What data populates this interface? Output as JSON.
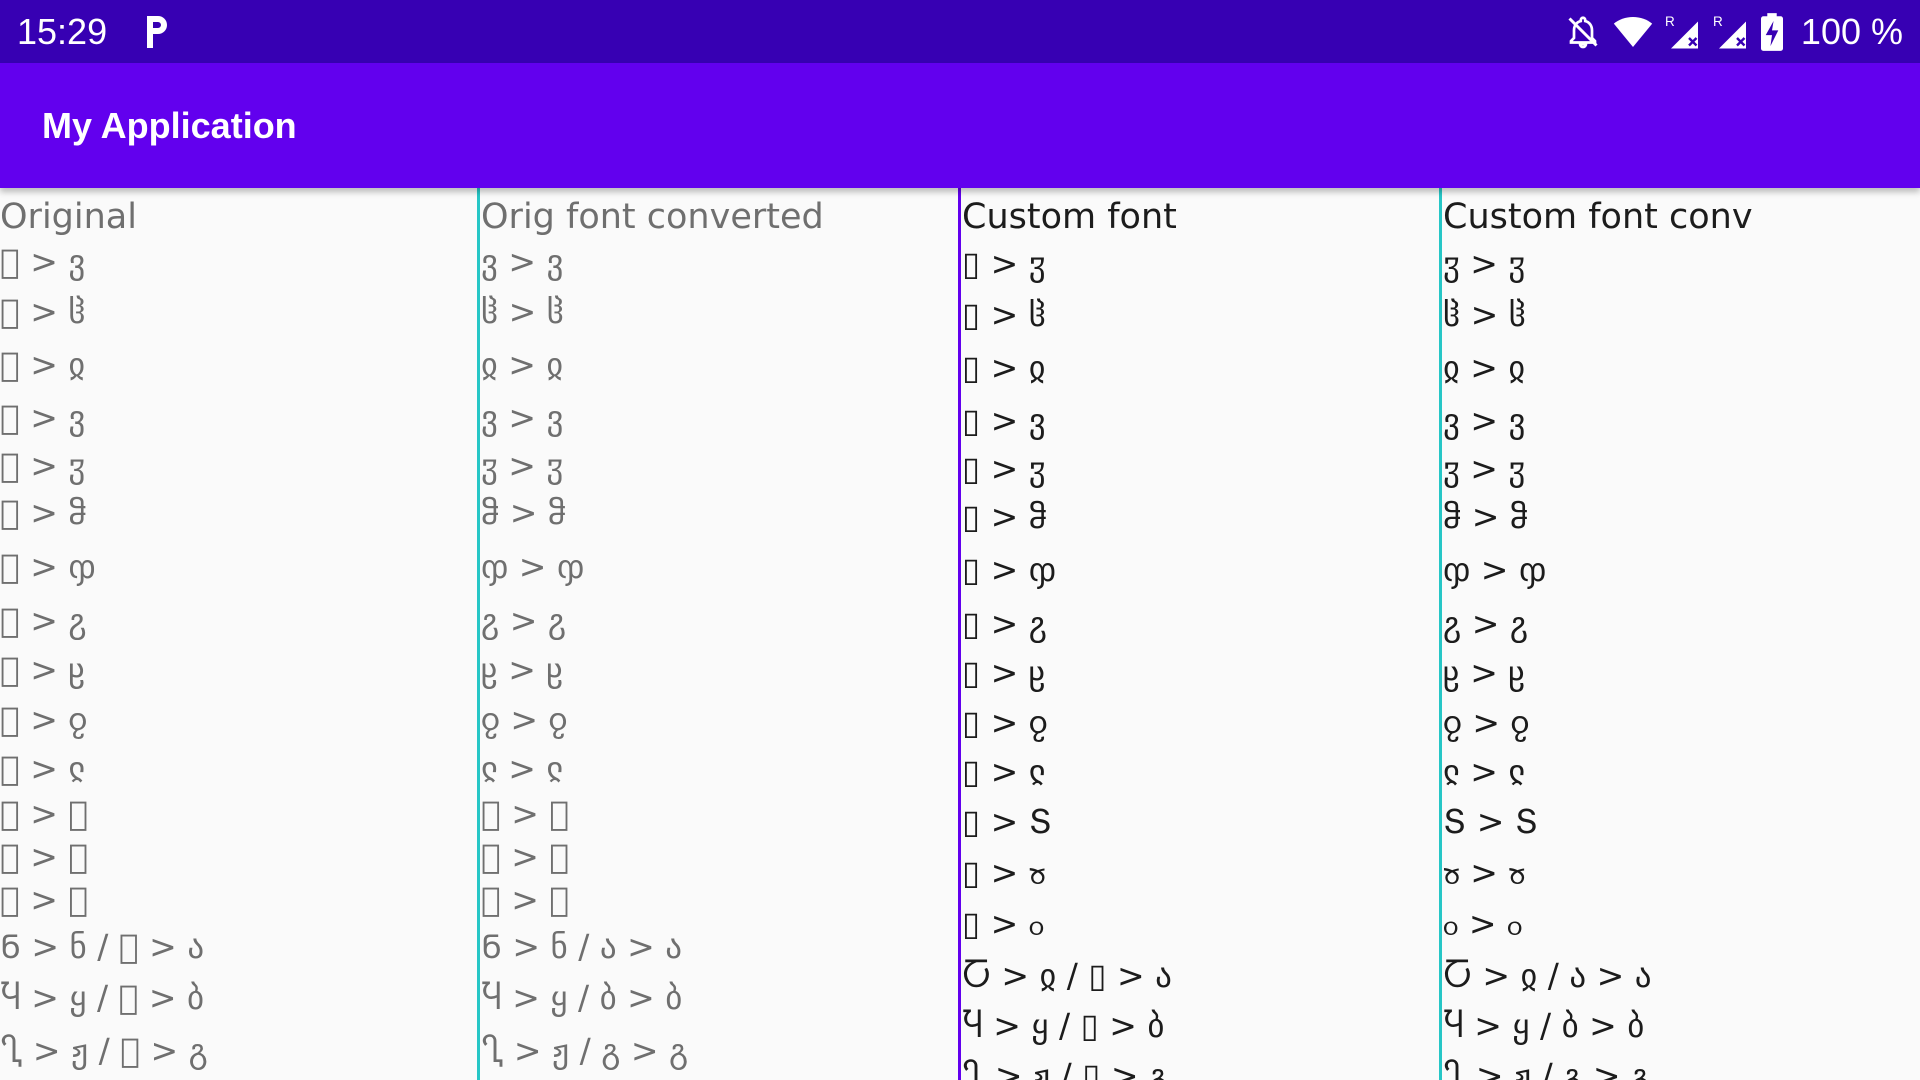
{
  "status_bar": {
    "time": "15:29",
    "battery_text": "100 %",
    "icons": [
      "parking-icon",
      "notifications-off-icon",
      "wifi-icon",
      "signal-roaming-icon",
      "signal-roaming-icon",
      "battery-charging-icon"
    ]
  },
  "app_bar": {
    "title": "My Application"
  },
  "colors": {
    "status_bar": "#3700b3",
    "app_bar": "#6200ee",
    "divider_teal": "#26c6c6",
    "divider_purple": "#6200ee",
    "text_gray": "#6f6f6f",
    "text_black": "#1c1c1c"
  },
  "columns": [
    {
      "header": "Original",
      "rows": [
        "􏿽 > ვ",
        "􏿽 > ჱ",
        "􏿽 > ჲ",
        "􏿽 > ვ",
        "􏿽 > ჳ",
        "􏿽 > ჵ",
        "􏿽 > ჶ",
        "􏿽 > ჷ",
        "􏿽 > ჸ",
        "􏿽 > ჹ",
        "􏿽 > ჺ",
        "􏿽 > 􏿽",
        "􏿽 > 􏿽",
        "􏿽 > 􏿽",
        "Ნ > ნ / 􏿽 > ა",
        "Ⴏ > ყ / 􏿽 > ბ",
        "Ⴂ > ჟ / 􏿽 > გ"
      ]
    },
    {
      "header": "Orig font converted",
      "rows": [
        "ვ > ვ",
        "ჱ > ჱ",
        "ჲ > ჲ",
        "ვ > ვ",
        "ჳ > ჳ",
        "ჵ > ჵ",
        "ჶ > ჶ",
        "ჷ > ჷ",
        "ჸ > ჸ",
        "ჹ > ჹ",
        "ჺ > ჺ",
        "􏿽 > 􏿽",
        "􏿽 > 􏿽",
        "􏿽 > 􏿽",
        "Ნ > ნ / ა > ა",
        "Ⴏ > ყ / ბ > ბ",
        "Ⴂ > ჟ / გ > გ"
      ]
    },
    {
      "header": "Custom font",
      "rows": [
        "▯ > ჳ",
        "▯ > ჱ",
        "▯ > ჲ",
        "▯ > ვ",
        "▯ > ჳ",
        "▯ > ჵ",
        "▯ > ჶ",
        "▯ > ჷ",
        "▯ > ჸ",
        "▯ > ჹ",
        "▯ > ჺ",
        "▯ > Տ",
        "▯ > ჾ",
        "▯ > ჿ",
        "Ⴀ > ჲ / ▯ > ა",
        "Ⴏ > ყ / ▯ > ბ",
        "Ⴂ > ჟ / ▯ > გ"
      ]
    },
    {
      "header": "Custom font conv",
      "rows": [
        "ჳ > ჳ",
        "ჱ > ჱ",
        "ჲ > ჲ",
        "ვ > ვ",
        "ჳ > ჳ",
        "ჵ > ჵ",
        "ჶ > ჶ",
        "ჷ > ჷ",
        "ჸ > ჸ",
        "ჹ > ჹ",
        "ჺ > ჺ",
        "Տ > Տ",
        "ჾ > ჾ",
        "ჿ > ჿ",
        "Ⴀ > ჲ / ა > ა",
        "Ⴏ > ყ / ბ > ბ",
        "Ⴂ > ჟ / გ > გ"
      ]
    }
  ]
}
